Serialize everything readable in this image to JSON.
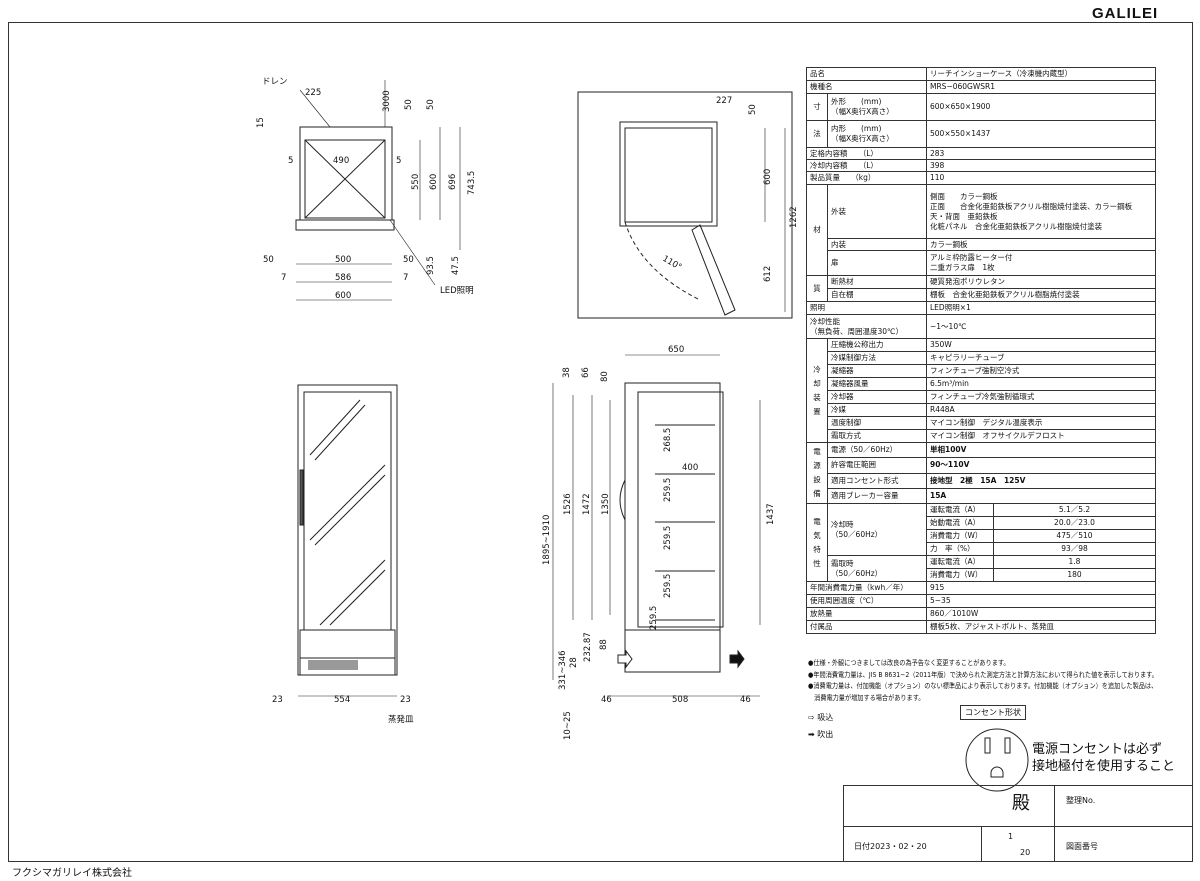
{
  "logo": "GALILEI",
  "company": "フクシマガリレイ株式会社",
  "drawings": {
    "plan": {
      "drain": "ドレン",
      "d225": "225",
      "d3000": "3000",
      "d50a": "50",
      "d50b": "50",
      "d15": "15",
      "d490": "490",
      "d5a": "5",
      "d5b": "5",
      "d550": "550",
      "d600v": "600",
      "d696": "696",
      "d743": "743.5",
      "d50c": "50",
      "d500": "500",
      "d50d": "50",
      "d7a": "7",
      "d586": "586",
      "d7b": "7",
      "d600": "600",
      "d93": "93.5",
      "d47": "47.5",
      "led": "LED照明"
    },
    "side": {
      "d227": "227",
      "d50": "50",
      "d600": "600",
      "d1262": "1262",
      "d612": "612",
      "angle": "110°"
    },
    "front": {
      "d23a": "23",
      "d554": "554",
      "d23b": "23",
      "pan": "蒸発皿"
    },
    "section": {
      "d650": "650",
      "d38": "38",
      "d66": "66",
      "d80": "80",
      "d1895": "1895~1910",
      "d1526": "1526",
      "d1472": "1472",
      "d1350": "1350",
      "d1437": "1437",
      "s1": "268.5",
      "s2": "259.5",
      "s3": "259.5",
      "s4": "259.5",
      "s5": "259.5",
      "d400": "400",
      "d331": "331~346",
      "d28": "28",
      "d232": "232.87",
      "d88": "88",
      "d46a": "46",
      "d508": "508",
      "d46b": "46",
      "d10": "10~25"
    }
  },
  "spec": {
    "name_l": "品名",
    "name_v": "リーチインショーケース（冷凍機内蔵型）",
    "model_l": "機種名",
    "model_v": "MRS−060GWSR1",
    "dim1": "寸",
    "dim2": "法",
    "outer_l": "外形　　(mm)\n（幅X奥行X高さ）",
    "outer_v": "600×650×1900",
    "inner_l": "内形　　(mm)\n（幅X奥行X高さ）",
    "inner_v": "500×550×1437",
    "rated_l": "定格内容積　　（L）",
    "rated_v": "283",
    "cool_l": "冷却内容積　　（L）",
    "cool_v": "398",
    "mass_l": "製品質量　　（kg）",
    "mass_v": "110",
    "mat1": "材",
    "mat2": "質",
    "ext_l": "外装",
    "ext_v": [
      "側面　　カラー鋼板",
      "正面　　合金化亜鉛鉄板アクリル樹脂焼付塗装、カラー鋼板",
      "天・背面　亜鉛鉄板",
      "化粧パネル　合金化亜鉛鉄板アクリル樹脂焼付塗装"
    ],
    "int_l": "内装",
    "int_v": "カラー鋼板",
    "door_l": "扉",
    "door_v": [
      "アルミ枠防露ヒーター付",
      "二重ガラス扉　1枚"
    ],
    "ins_l": "断熱材",
    "ins_v": "硬質発泡ポリウレタン",
    "shelf_l": "自在棚",
    "shelf_v": "棚板　合金化亜鉛鉄板アクリル樹脂焼付塗装",
    "light_l": "照明",
    "light_v": "LED照明×1",
    "perf_l": "冷却性能\n（無負荷、周囲温度30℃）",
    "perf_v": "−1～10℃",
    "cu": [
      "冷",
      "却",
      "装",
      "置"
    ],
    "cooling": [
      [
        "圧縮機公称出力",
        "350W"
      ],
      [
        "冷媒制御方法",
        "キャピラリーチューブ"
      ],
      [
        "凝縮器",
        "フィンチューブ強制空冷式"
      ],
      [
        "凝縮器風量",
        "6.5m³/min"
      ],
      [
        "冷却器",
        "フィンチューブ冷気強制循環式"
      ],
      [
        "冷媒",
        "R448A"
      ],
      [
        "温度制御",
        "マイコン制御　デジタル温度表示"
      ],
      [
        "霜取方式",
        "マイコン制御　オフサイクルデフロスト"
      ]
    ],
    "pw": [
      "電",
      "源",
      "設",
      "備"
    ],
    "power": [
      [
        "電源（50／60Hz）",
        "単相100V"
      ],
      [
        "許容電圧範囲",
        "90～110V"
      ],
      [
        "適用コンセント形式",
        "接地型　2極　15A　125V"
      ],
      [
        "適用ブレーカー容量",
        "15A"
      ]
    ],
    "el": [
      "電",
      "気",
      "特",
      "性"
    ],
    "cool_mode": "冷却時\n（50／60Hz）",
    "def_mode": "霜取時\n（50／60Hz）",
    "elec_cool": [
      [
        "運転電流（A）",
        "5.1／5.2"
      ],
      [
        "始動電流（A）",
        "20.0／23.0"
      ],
      [
        "消費電力（W）",
        "475／510"
      ],
      [
        "力　率（%）",
        "93／98"
      ]
    ],
    "elec_def": [
      [
        "運転電流（A）",
        "1.8"
      ],
      [
        "消費電力（W）",
        "180"
      ]
    ],
    "annual_l": "年間消費電力量（kwh／年）",
    "annual_v": "915",
    "temp_l": "使用周囲温度（℃）",
    "temp_v": "5~35",
    "heat_l": "放熱量",
    "heat_v": "860／1010W",
    "acc_l": "付属品",
    "acc_v": "棚板5枚、アジャストボルト、蒸発皿"
  },
  "notes": [
    "●仕様・外観につきましては改良の為予告なく変更することがあります。",
    "●年間消費電力量は、JIS B 8631−2（2011年版）で決められた測定方法と計算方法において得られた値を表示しております。",
    "●消費電力量は、付加機能（オプション）のない標準品により表示しております。付加機能（オプション）を追加した製品は、",
    "　消費電力量が増加する場合があります。"
  ],
  "legend": {
    "intake": "吸込",
    "outlet": "吹出"
  },
  "outlet": {
    "title": "コンセント形状",
    "msg1": "電源コンセントは必ず",
    "msg2": "接地極付を使用すること"
  },
  "titleblock": {
    "dono": "殿",
    "seiri": "整理No.",
    "date": "日付2023・02・20",
    "page_num": "1",
    "page_den": "20",
    "zuban": "図面番号"
  }
}
